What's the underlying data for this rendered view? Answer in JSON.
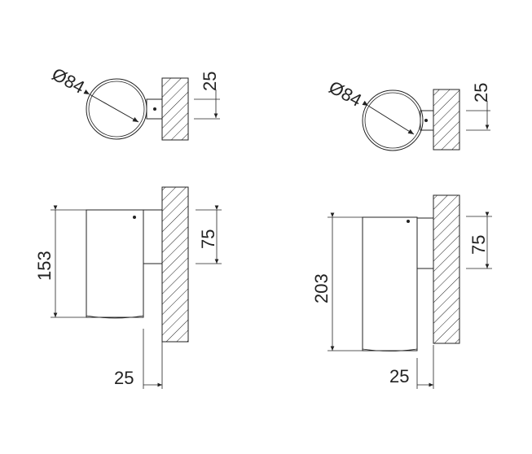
{
  "views": {
    "small_top": {
      "diameter_label": "Ø84",
      "offset_label": "25"
    },
    "large_top": {
      "diameter_label": "Ø84",
      "offset_label": "25"
    },
    "small_side": {
      "height_label": "153",
      "mount_label": "75",
      "offset_label": "25"
    },
    "large_side": {
      "height_label": "203",
      "mount_label": "75",
      "offset_label": "25"
    }
  }
}
